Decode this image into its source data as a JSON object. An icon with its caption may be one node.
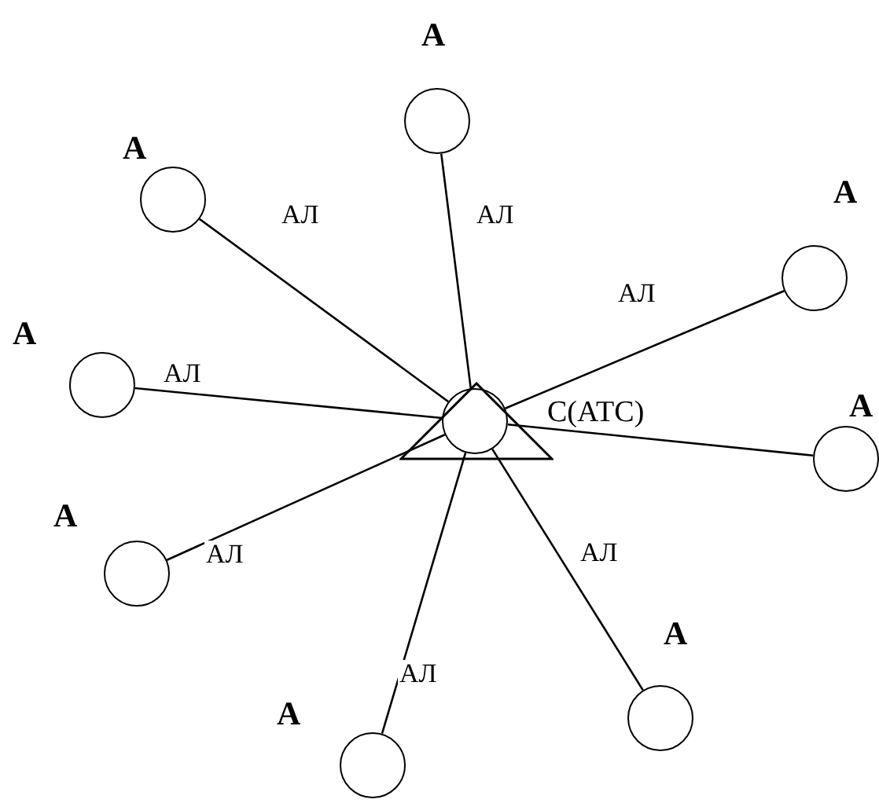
{
  "diagram": {
    "nodes": [
      {
        "text": [],
        "shape": "triangle",
        "beside": [
          "С(АТС)"
        ]
      },
      {
        "text": [],
        "shape": "circle",
        "in": 0
      },
      {
        "text": [],
        "shape": "circle",
        "beside": [
          "А"
        ]
      },
      {
        "text": [],
        "shape": "circle",
        "beside": [
          "А"
        ]
      },
      {
        "text": [],
        "shape": "circle",
        "beside": [
          "А"
        ]
      },
      {
        "text": [],
        "shape": "circle",
        "beside": [
          "А"
        ]
      },
      {
        "text": [],
        "shape": "circle",
        "beside": [
          "А"
        ]
      },
      {
        "text": [],
        "shape": "circle",
        "beside": [
          "А"
        ]
      },
      {
        "text": [],
        "shape": "circle",
        "beside": [
          "А"
        ]
      },
      {
        "text": [],
        "shape": "circle",
        "beside": [
          "А"
        ]
      }
    ],
    "edges": [
      {
        "from": 1,
        "to": 2,
        "arrow": "none",
        "label": "АЛ"
      },
      {
        "from": 1,
        "to": 3,
        "arrow": "none",
        "label": "АЛ"
      },
      {
        "from": 1,
        "to": 4,
        "arrow": "none",
        "label": "АЛ"
      },
      {
        "from": 1,
        "to": 5,
        "arrow": "none",
        "label": "АЛ"
      },
      {
        "from": 1,
        "to": 6,
        "arrow": "none"
      },
      {
        "from": 1,
        "to": 7,
        "arrow": "none",
        "label": "АЛ"
      },
      {
        "from": 1,
        "to": 8,
        "arrow": "none",
        "label": "АЛ"
      },
      {
        "from": 1,
        "to": 9,
        "arrow": "none",
        "label": "АЛ"
      }
    ]
  }
}
